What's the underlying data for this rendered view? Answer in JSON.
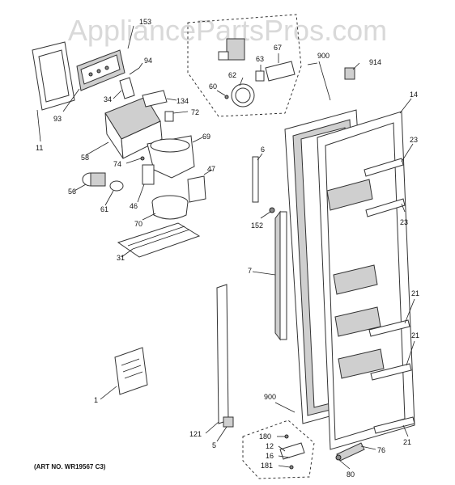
{
  "watermark": "AppliancePartsPros.com",
  "art_number": "(ART NO. WR19567 C3)",
  "callouts": [
    "153",
    "94",
    "93",
    "34",
    "134",
    "72",
    "11",
    "58",
    "69",
    "74",
    "6",
    "47",
    "56",
    "46",
    "61",
    "70",
    "31",
    "62",
    "60",
    "63",
    "67",
    "900",
    "914",
    "14",
    "23",
    "152",
    "7",
    "21",
    "1",
    "121",
    "5",
    "180",
    "12",
    "16",
    "181",
    "76",
    "80"
  ]
}
